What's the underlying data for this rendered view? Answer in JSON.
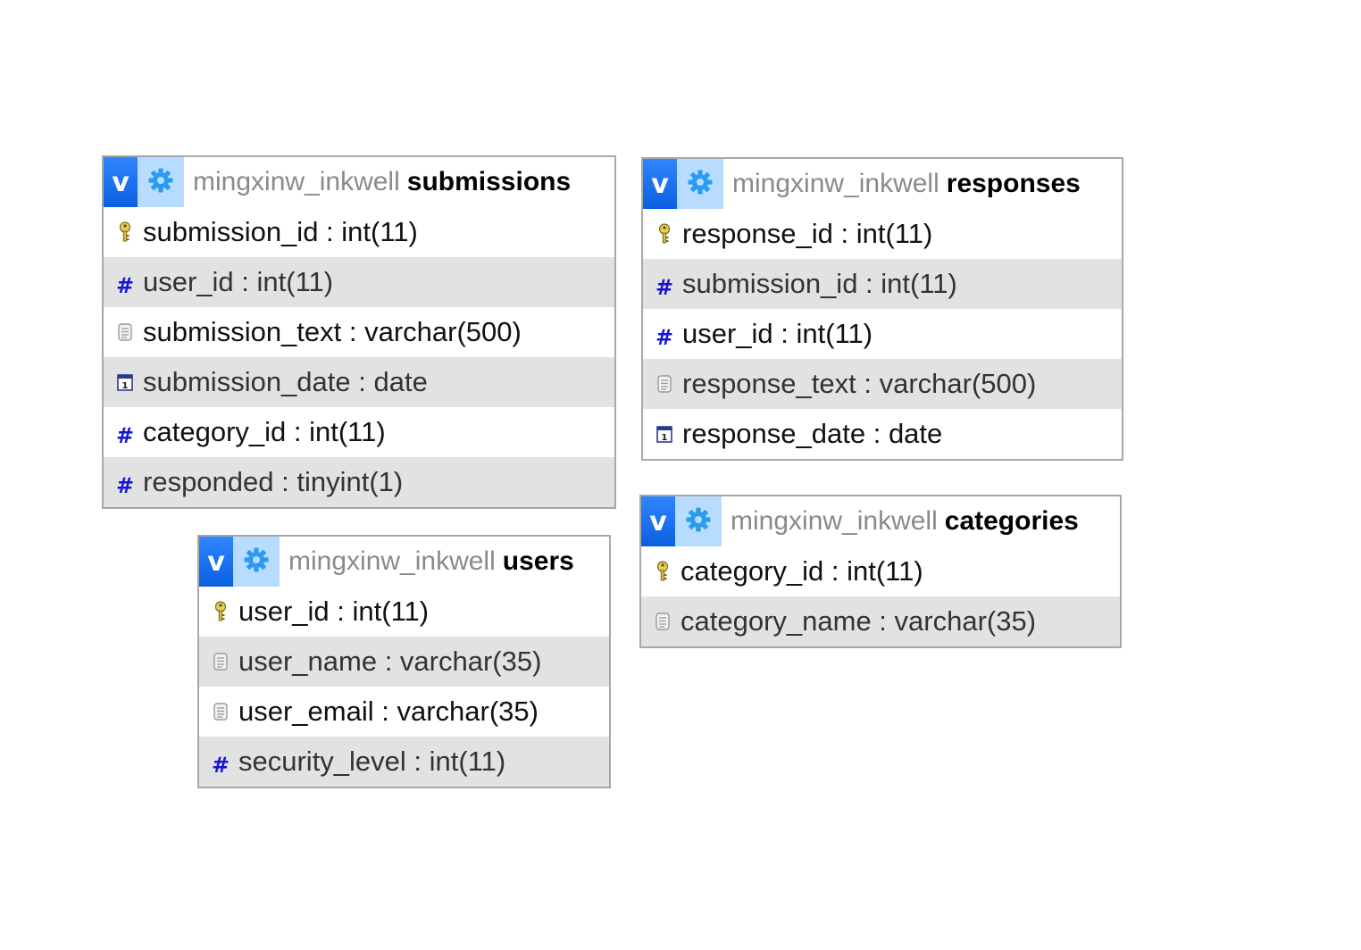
{
  "db_name": "mingxinw_inkwell",
  "view_button_label": "v",
  "tables": {
    "submissions": {
      "name": "submissions",
      "columns": [
        {
          "text": "submission_id : int(11)",
          "icon": "primary-key-icon"
        },
        {
          "text": "user_id : int(11)",
          "icon": "numeric-icon"
        },
        {
          "text": "submission_text : varchar(500)",
          "icon": "text-icon"
        },
        {
          "text": "submission_date : date",
          "icon": "date-icon"
        },
        {
          "text": "category_id : int(11)",
          "icon": "numeric-icon"
        },
        {
          "text": "responded : tinyint(1)",
          "icon": "numeric-icon"
        }
      ]
    },
    "responses": {
      "name": "responses",
      "columns": [
        {
          "text": "response_id : int(11)",
          "icon": "primary-key-icon"
        },
        {
          "text": "submission_id : int(11)",
          "icon": "numeric-icon"
        },
        {
          "text": "user_id : int(11)",
          "icon": "numeric-icon"
        },
        {
          "text": "response_text : varchar(500)",
          "icon": "text-icon"
        },
        {
          "text": "response_date : date",
          "icon": "date-icon"
        }
      ]
    },
    "users": {
      "name": "users",
      "columns": [
        {
          "text": "user_id : int(11)",
          "icon": "primary-key-icon"
        },
        {
          "text": "user_name : varchar(35)",
          "icon": "text-icon"
        },
        {
          "text": "user_email : varchar(35)",
          "icon": "text-icon"
        },
        {
          "text": "security_level : int(11)",
          "icon": "numeric-icon"
        }
      ]
    },
    "categories": {
      "name": "categories",
      "columns": [
        {
          "text": "category_id : int(11)",
          "icon": "primary-key-icon"
        },
        {
          "text": "category_name : varchar(35)",
          "icon": "text-icon"
        }
      ]
    }
  },
  "colors": {
    "view_button": "#0a5fe0",
    "gear_background": "#b8dcff",
    "gear_icon": "#2b9bf0",
    "numeric_icon": "#1414d8",
    "row_alt": "#e2e2e2",
    "border": "#a8a8a8",
    "db_name_text": "#8a8a8a"
  }
}
